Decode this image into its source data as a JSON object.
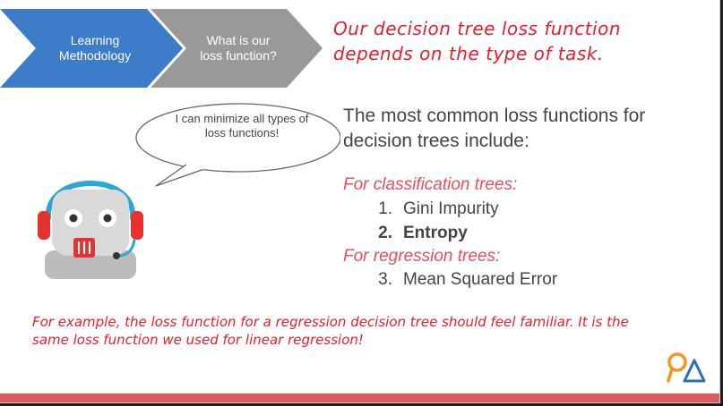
{
  "nav": {
    "step1": "Learning\nMethodology",
    "step2": "What is our\nloss function?"
  },
  "headline": "Our decision tree loss function depends on the type of task.",
  "bubble": "I can minimize all types of loss functions!",
  "intro": "The most common loss functions for decision trees include:",
  "classification_heading": "For classification trees:",
  "classification_items": [
    {
      "num": "1.",
      "text": "Gini Impurity"
    },
    {
      "num": "2.",
      "text": "Entropy"
    }
  ],
  "regression_heading": "For regression trees:",
  "regression_items": [
    {
      "num": "3.",
      "text": "Mean Squared Error"
    }
  ],
  "footnote": "For example, the loss function for a regression decision tree should feel familiar. It is the same loss function we used for linear regression!",
  "colors": {
    "step1": "#3d7cc9",
    "step2": "#999999",
    "accent_red": "#ee1c2c",
    "subheading_red": "#e94e5b",
    "bottom_bar": "#e15a5f",
    "logo_orange": "#f7941d",
    "logo_blue": "#2a6fb5"
  },
  "icons": [
    "robot-headset-icon",
    "speech-bubble",
    "logo-icon"
  ]
}
